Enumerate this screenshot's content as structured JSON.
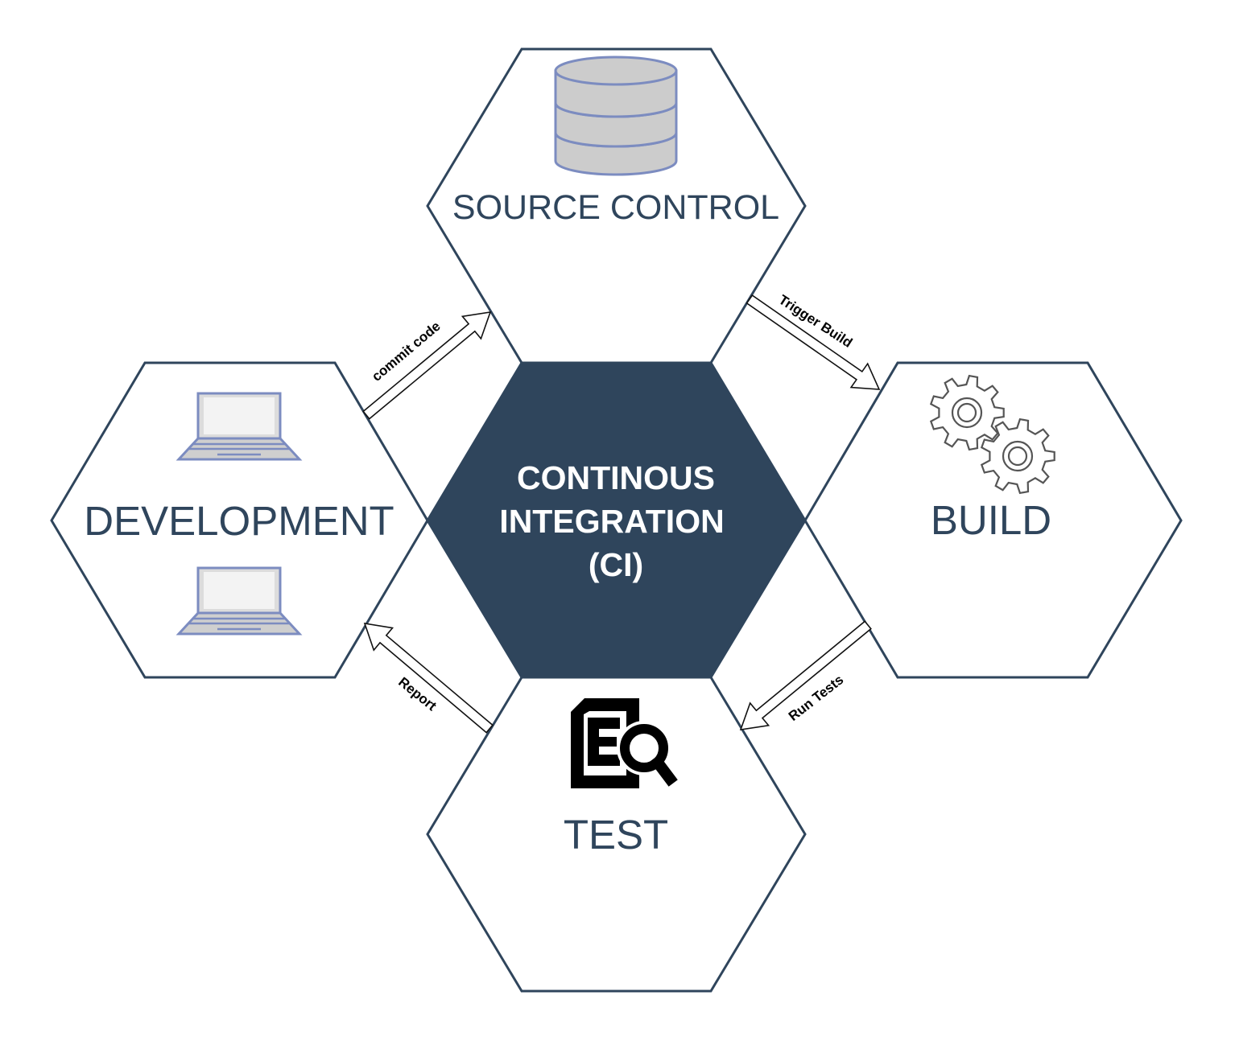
{
  "diagram": {
    "center": {
      "lines": [
        "CONTINOUS",
        "INTEGRATION",
        "(CI)"
      ],
      "color": "#2f455c"
    },
    "stages": {
      "source_control": {
        "label": "SOURCE CONTROL",
        "icon": "database-icon"
      },
      "build": {
        "label": "BUILD",
        "icon": "gears-icon"
      },
      "test": {
        "label": "TEST",
        "icon": "document-search-icon"
      },
      "development": {
        "label": "DEVELOPMENT",
        "icon": "laptop-icon"
      }
    },
    "arrows": {
      "commit": "commit code",
      "trigger": "Trigger Build",
      "run_tests": "Run Tests",
      "report": "Report"
    },
    "colors": {
      "primary": "#2f455c",
      "icon_stroke": "#7c8cc0",
      "icon_fill": "#cccccc"
    }
  }
}
